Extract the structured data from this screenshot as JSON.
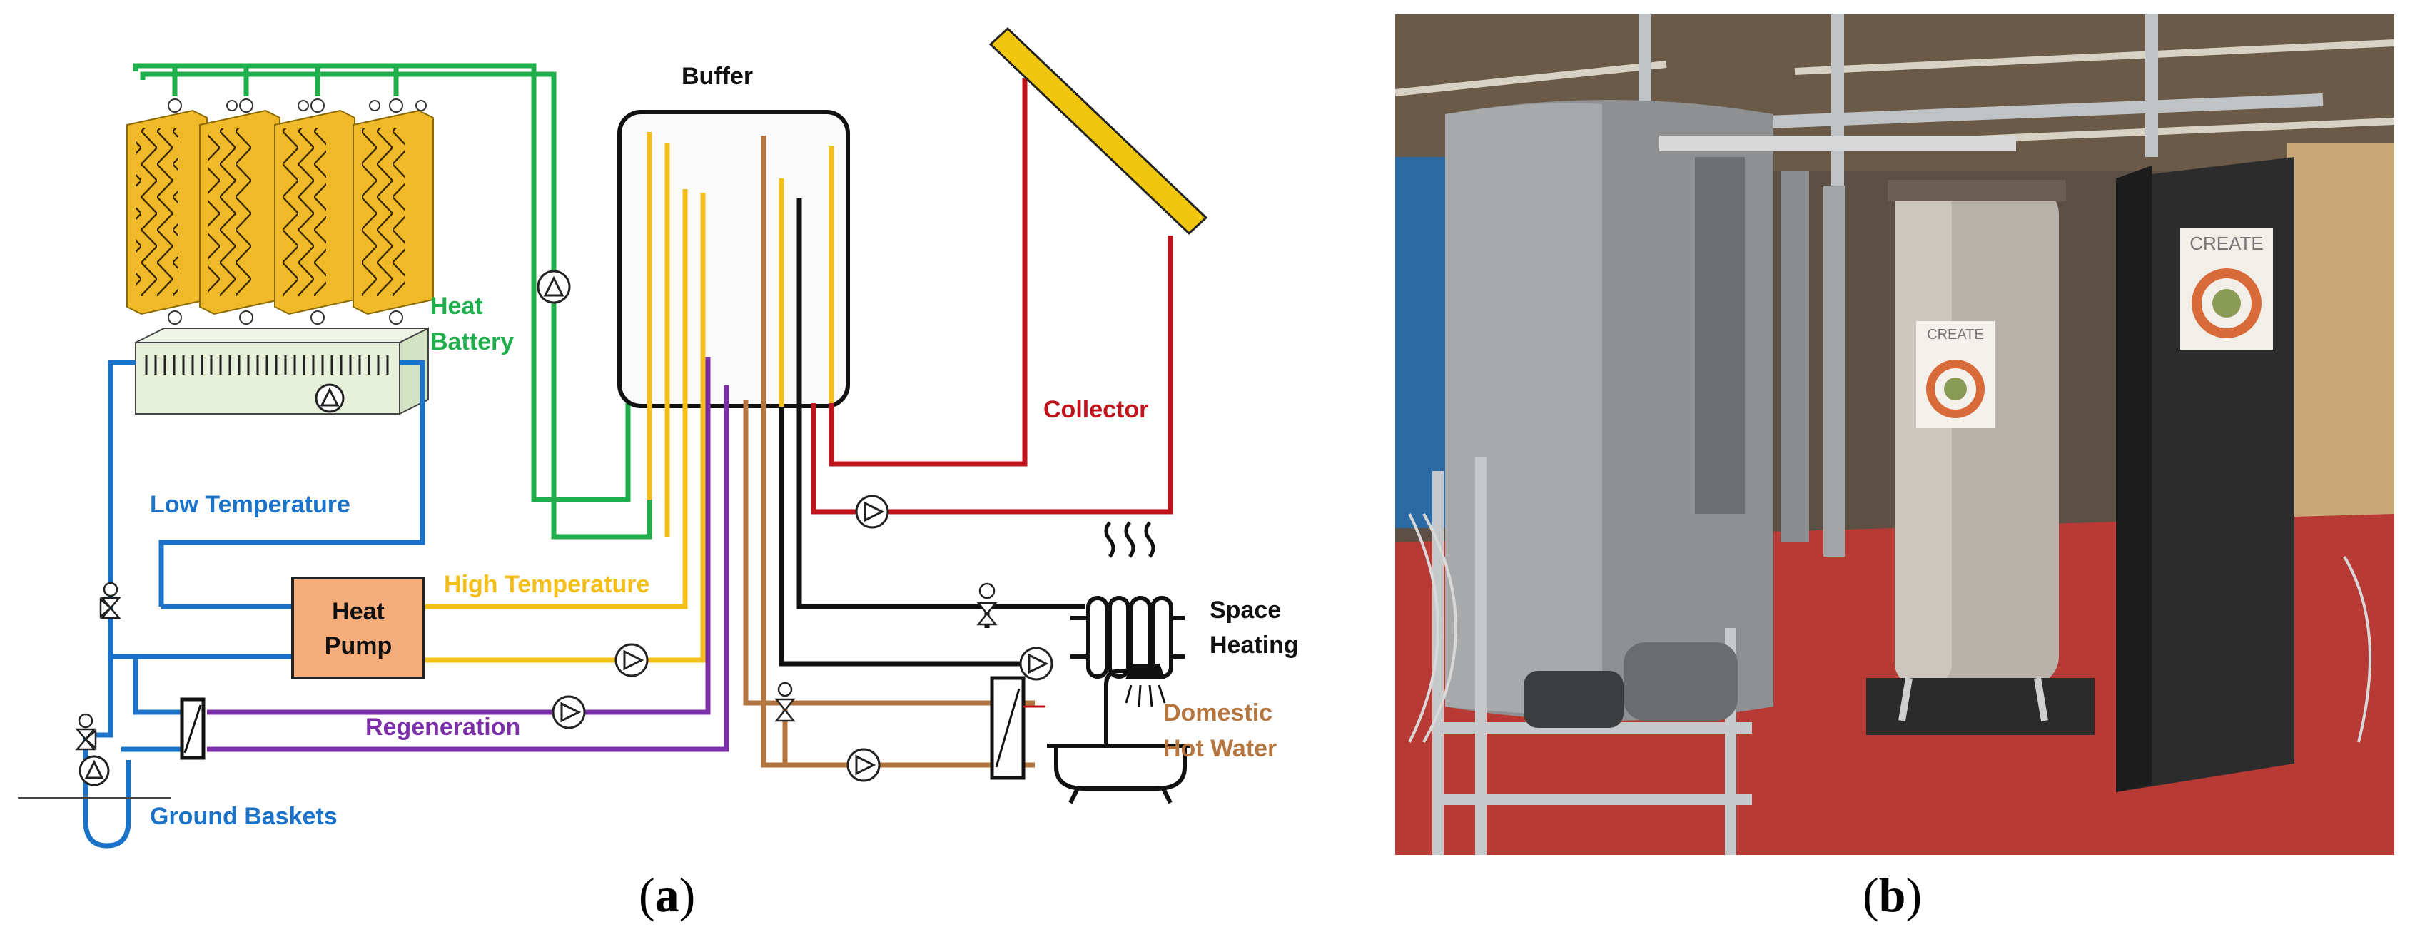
{
  "diagram": {
    "labels": {
      "buffer": "Buffer",
      "heat_battery_1": "Heat",
      "heat_battery_2": "Battery",
      "collector": "Collector",
      "low_temperature": "Low Temperature",
      "high_temperature": "High Temperature",
      "heat_pump_1": "Heat",
      "heat_pump_2": "Pump",
      "regeneration": "Regeneration",
      "ground_baskets": "Ground Baskets",
      "space_heating_1": "Space",
      "space_heating_2": "Heating",
      "domestic_hot_water_1": "Domestic",
      "domestic_hot_water_2": "Hot Water"
    },
    "colors": {
      "green": "#1fae4b",
      "red": "#c0141c",
      "blue": "#1a73c9",
      "yellow": "#f4bf1b",
      "purple": "#7a2fa8",
      "brown": "#b5753f",
      "black": "#111111",
      "pump_fill": "#f5ad7b",
      "module": "#f0b92a"
    }
  },
  "photo": {
    "sticker_text": "CREATE"
  },
  "panel_labels": {
    "a_open": "(",
    "a_letter": "a",
    "a_close": ")",
    "b_open": "(",
    "b_letter": "b",
    "b_close": ")"
  }
}
